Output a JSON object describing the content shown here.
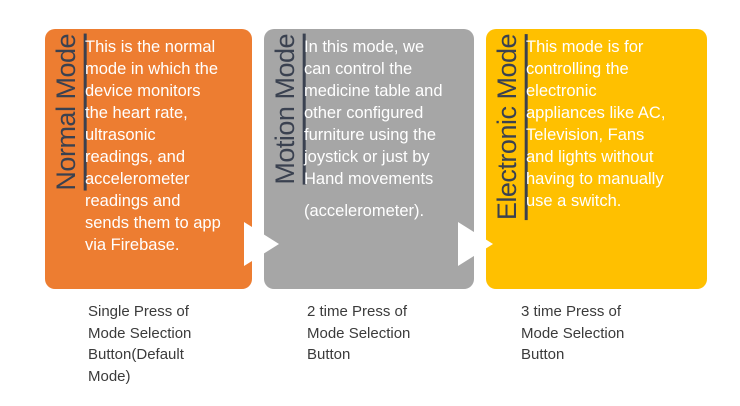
{
  "diagram": {
    "cards": [
      {
        "title": "Normal Mode",
        "color": "#ED7D31",
        "body": "This is the normal\nmode in which the\ndevice monitors\nthe heart rate,\nultrasonic\nreadings, and\naccelerometer\nreadings and\nsends them to app\nvia Firebase.",
        "caption": "Single Press of\nMode Selection\nButton(Default\nMode)"
      },
      {
        "title": "Motion Mode",
        "color": "#A6A6A6",
        "body": "In this mode, we\ncan control the\nmedicine table and\nother configured\nfurniture using the\njoystick or just by\nHand movements",
        "body2": "(accelerometer).",
        "caption": "2 time Press of\nMode Selection\nButton"
      },
      {
        "title": "Electronic Mode",
        "color": "#FFC000",
        "body": "This mode is for\ncontrolling the\nelectronic\nappliances like AC,\nTelevision, Fans\nand lights without\nhaving to manually\nuse a switch.",
        "caption": "3 time Press of\nMode Selection\nButton"
      }
    ],
    "colors": {
      "title_text": "#3A4150",
      "body_text": "#FFFFFF",
      "caption_text": "#3B3B3B",
      "arrow": "#FFFFFF",
      "background": "#FFFFFF"
    }
  }
}
